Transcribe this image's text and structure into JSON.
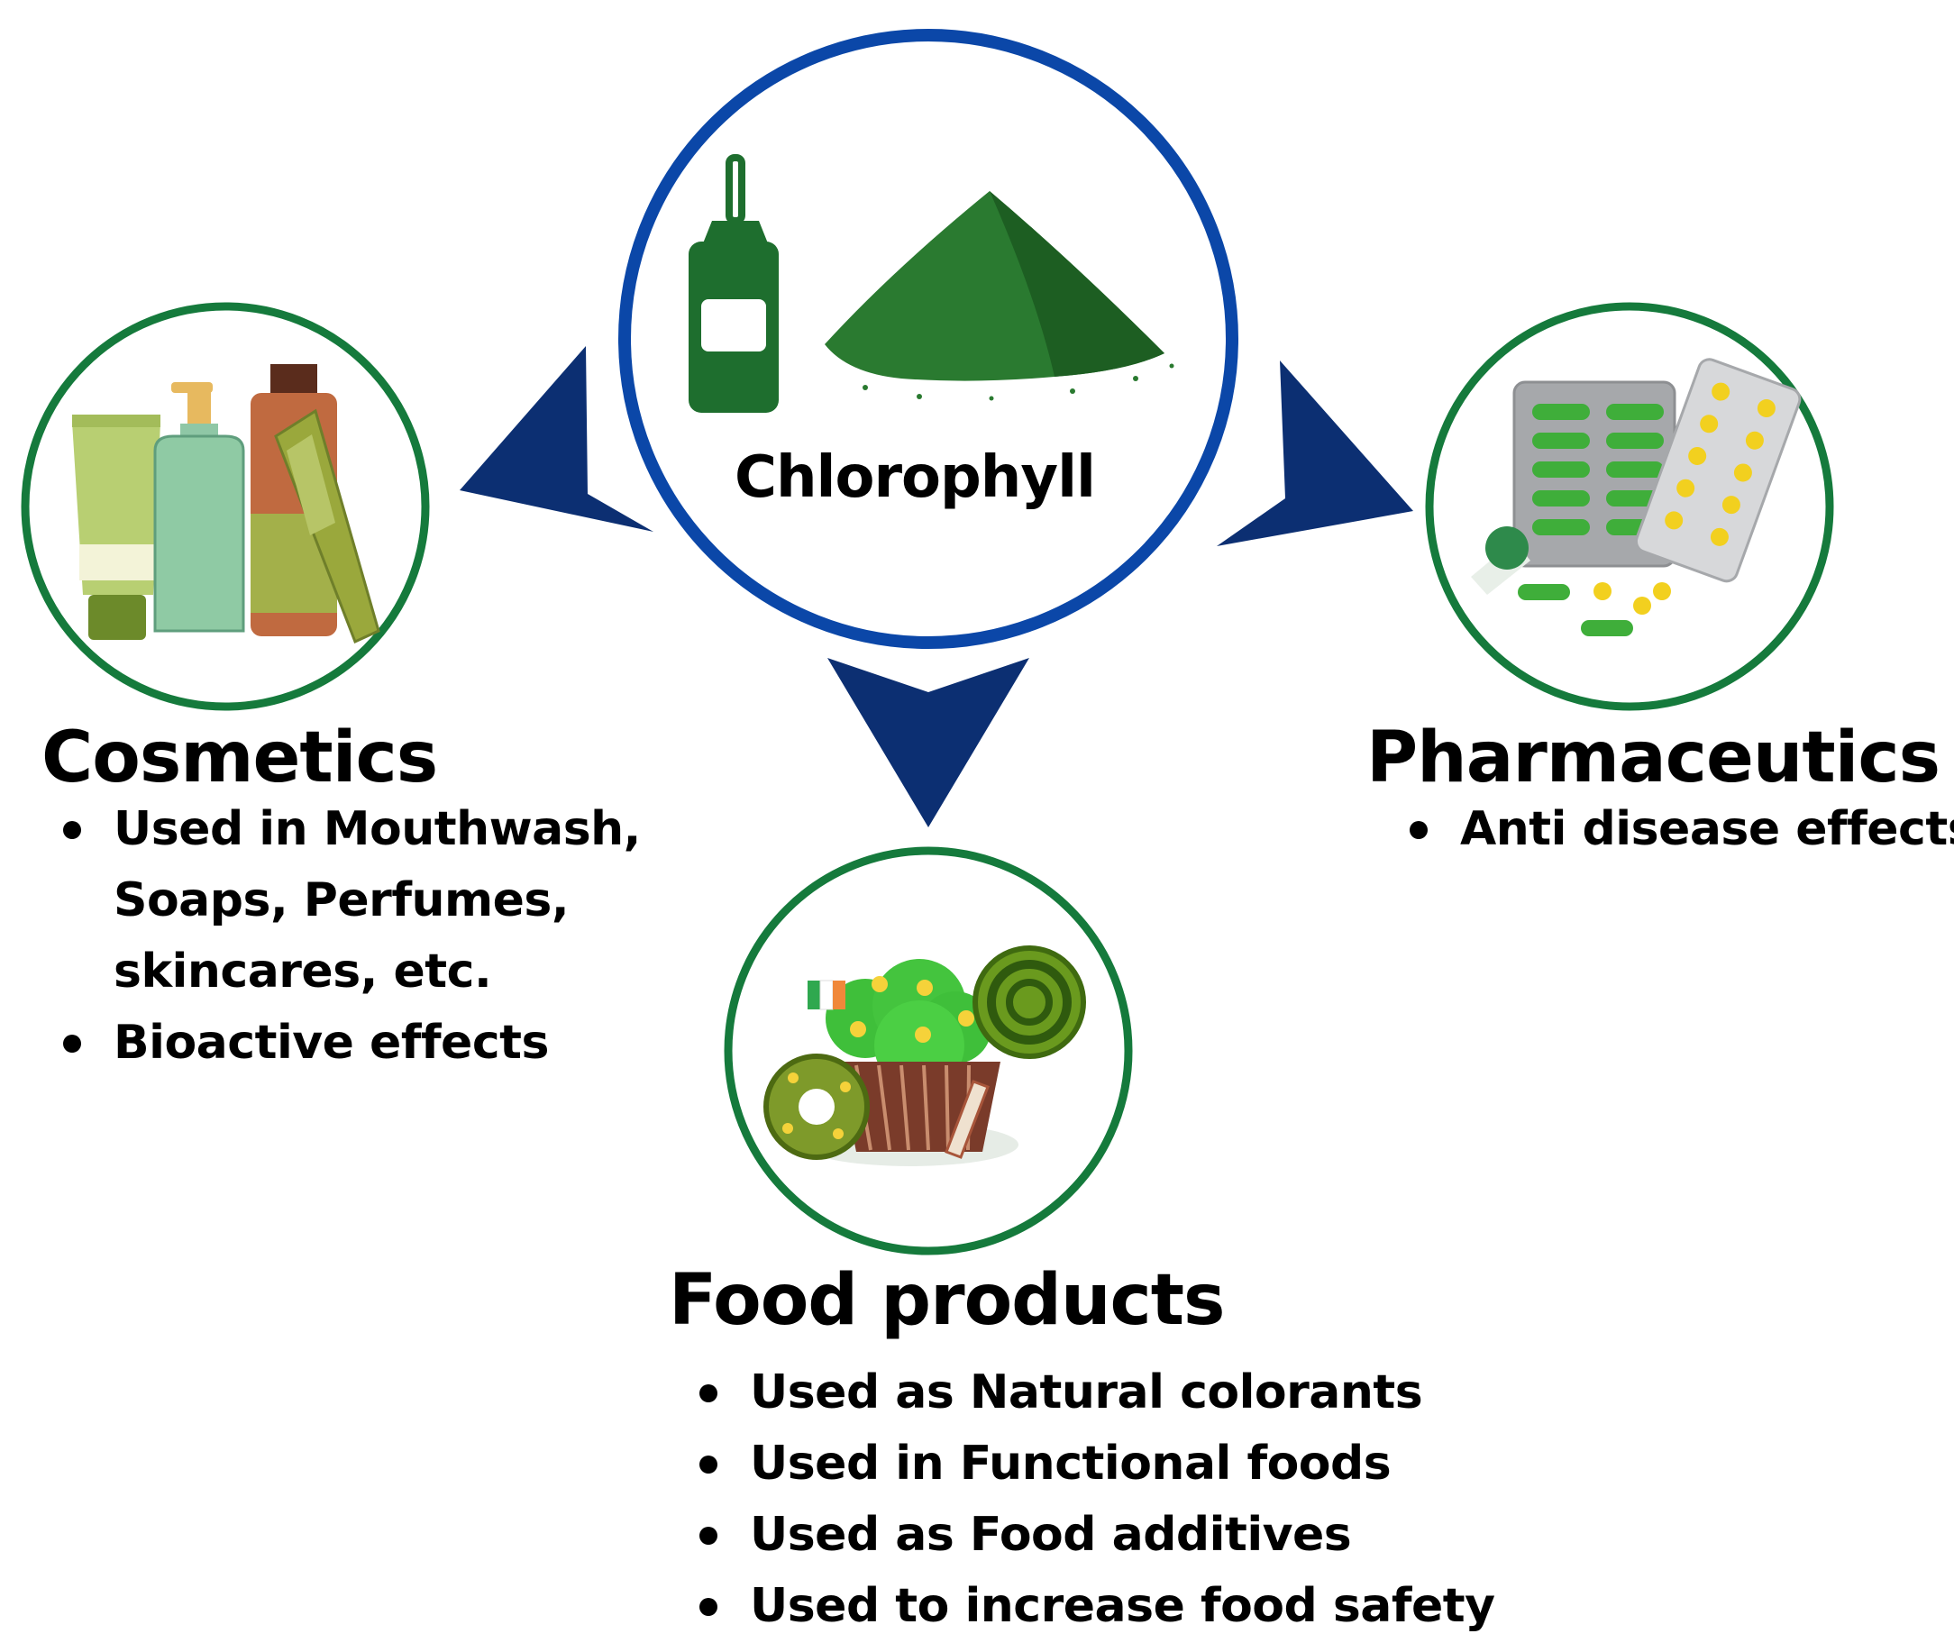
{
  "center": {
    "label": "Chlorophyll"
  },
  "nodes": {
    "cosmetics": {
      "title": "Cosmetics",
      "bullets": [
        "Used in Mouthwash,",
        "Soaps, Perfumes,",
        "skincares, etc.",
        "Bioactive effects"
      ]
    },
    "pharmaceutics": {
      "title": "Pharmaceutics",
      "bullets": [
        "Anti disease effects"
      ]
    },
    "food": {
      "title": "Food products",
      "bullets": [
        "Used as Natural colorants",
        "Used in Functional foods",
        "Used as Food additives",
        "Used to increase food safety"
      ]
    }
  },
  "colors": {
    "center_ring": "#0b47a8",
    "node_ring": "#157a3c",
    "arrow": "#0c2f72",
    "chlorophyll_green": "#1e6e2e"
  },
  "icons": [
    "bottle-icon",
    "powder-pile-icon",
    "cosmetics-bottles-icon",
    "pills-blister-icon",
    "sweets-icon"
  ]
}
